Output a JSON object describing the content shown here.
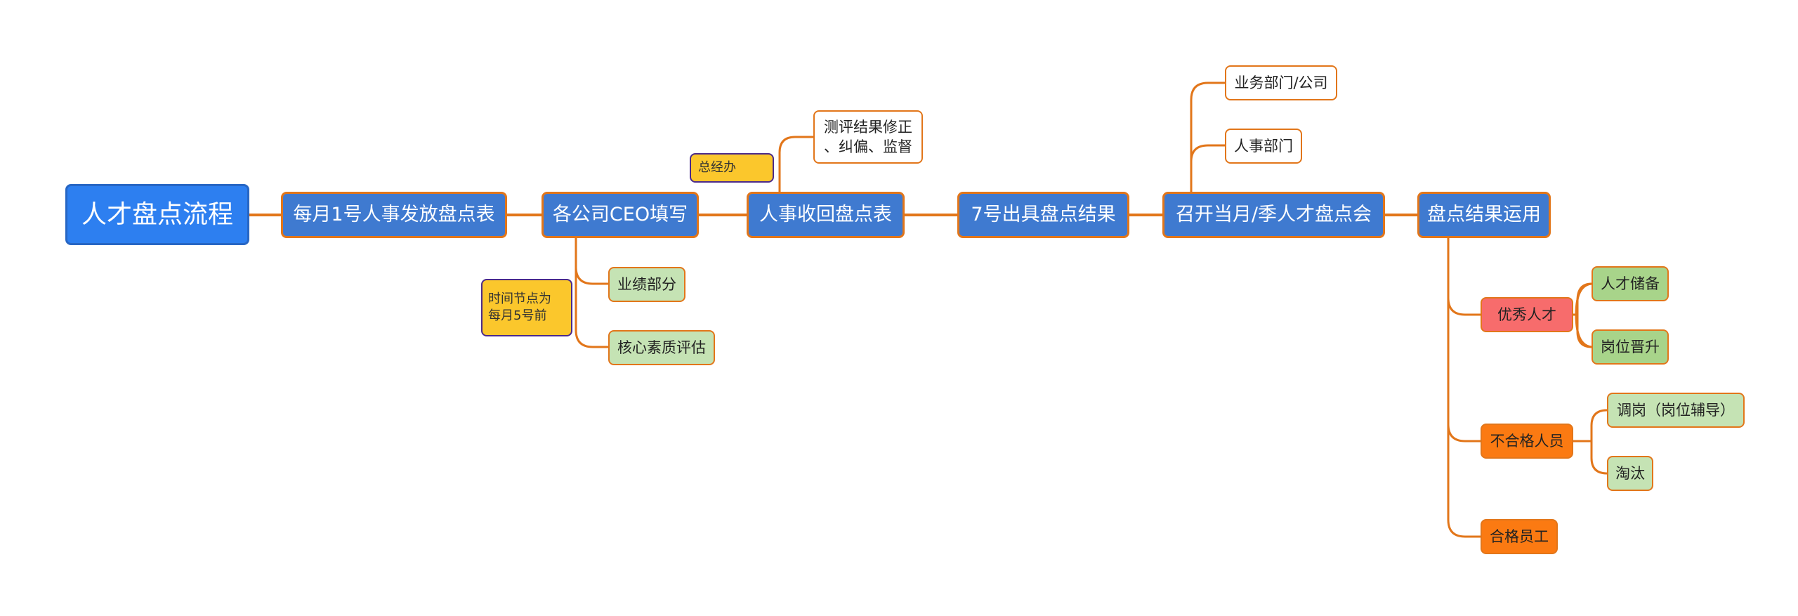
{
  "root": {
    "label": "人才盘点流程"
  },
  "steps": [
    {
      "label": "每月1号人事发放盘点表"
    },
    {
      "label": "各公司CEO填写"
    },
    {
      "label": "人事收回盘点表"
    },
    {
      "label": "7号出具盘点结果"
    },
    {
      "label": "召开当月/季人才盘点会"
    },
    {
      "label": "盘点结果运用"
    }
  ],
  "ceo_fill": {
    "note": {
      "line1": "时间节点为",
      "line2": "每月5号前"
    },
    "items": [
      "业绩部分",
      "核心素质评估"
    ]
  },
  "collect": {
    "note": "总经办",
    "item": {
      "line1": "测评结果修正",
      "line2": "、纠偏、监督"
    }
  },
  "meeting": {
    "items": [
      "业务部门/公司",
      "人事部门"
    ]
  },
  "application": {
    "excellent": {
      "label": "优秀人才",
      "children": [
        "人才储备",
        "岗位晋升"
      ]
    },
    "unqualified": {
      "label": "不合格人员",
      "children": [
        "调岗（岗位辅导）",
        "淘汰"
      ]
    },
    "qualified": {
      "label": "合格员工"
    }
  },
  "colors": {
    "connector": "#e2761a",
    "root": "#2d7ff0",
    "step": "#3f7ad0",
    "note": "#fbc72c",
    "green": "#c5e3b4",
    "green_dark": "#a8d48a",
    "red": "#f76c6c",
    "orange": "#fb7a12"
  }
}
